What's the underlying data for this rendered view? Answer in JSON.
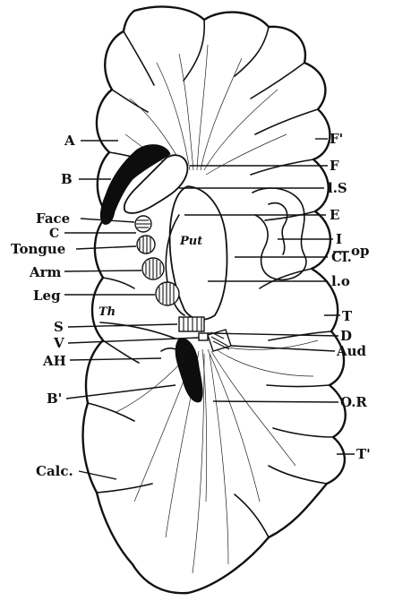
{
  "labels": {
    "A": "A",
    "B": "B",
    "Face": "Face",
    "C": "C",
    "Tongue": "Tongue",
    "Arm": "Arm",
    "Leg": "Leg",
    "S": "S",
    "V": "V",
    "AH": "AH",
    "B_prime": "B'",
    "Calc": "Calc.",
    "Th": "Th",
    "Put": "Put",
    "F_prime": "F'",
    "F": "F",
    "IS": "l.S",
    "E": "E",
    "I": "I",
    "OP": "op",
    "Cl": "Cl.",
    "Lo": "l.o",
    "T": "T",
    "D": "D",
    "Aud": "Aud",
    "OR": "O.R",
    "T_prime": "T'"
  },
  "colors": {
    "ink": "#111111",
    "paper": "#ffffff"
  }
}
